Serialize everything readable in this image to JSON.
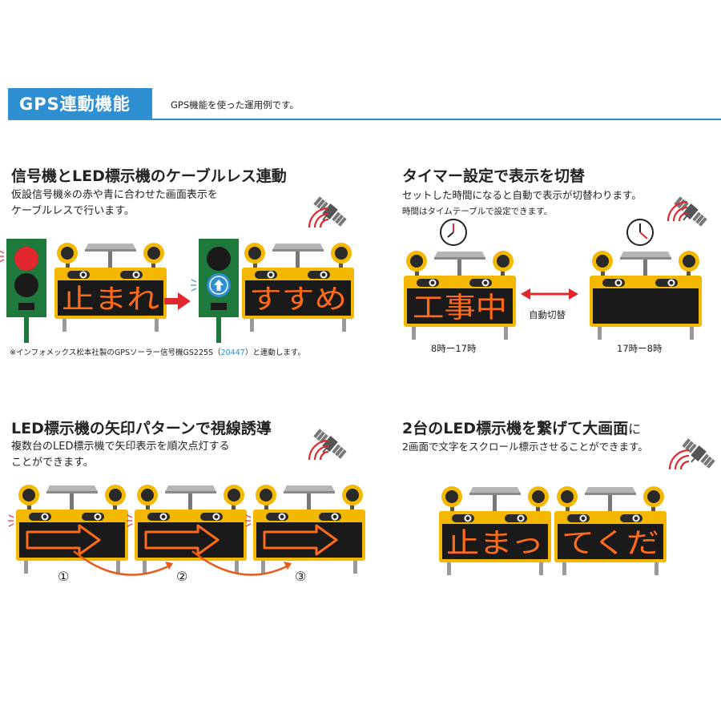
{
  "header": {
    "title": "GPS連動機能",
    "subtitle": "GPS機能を使った運用例です。"
  },
  "section1": {
    "title": "信号機とLED標示機のケーブルレス連動",
    "desc_line1": "仮設信号機※の赤や青に合わせた画面表示を",
    "desc_line2": "ケーブルレスで行います。",
    "board_red_text": "止まれ",
    "board_green_text": "すすめ",
    "note_before": "※インフォメックス松本社製のGPSソーラー信号機GS225S（",
    "note_link": "20447",
    "note_after": "）と連動します。"
  },
  "section2": {
    "title": "タイマー設定で表示を切替",
    "desc_line1": "セットした時間になると自動で表示が切替わります。",
    "desc_line2": "時間はタイムテーブルで設定できます。",
    "board_text": "工事中",
    "switch_label": "自動切替",
    "time_label_1": "8時ー17時",
    "time_label_2": "17時ー8時"
  },
  "section3": {
    "title": "LED標示機の矢印パターンで視線誘導",
    "desc_line1": "複数台のLED標示機で矢印表示を順次点灯する",
    "desc_line2": "ことができます。",
    "step1": "①",
    "step2": "②",
    "step3": "③"
  },
  "section4": {
    "title_main": "2台のLED標示機を繋げて大画面",
    "title_suffix": "に",
    "desc": "2画面で文字をスクロール標示させることができます。",
    "board_left_text": "止まっ",
    "board_right_text": "てくだ"
  },
  "colors": {
    "accent_blue": "#2e8fd3",
    "board_yellow": "#f5b800",
    "led_orange": "#ff6b1a",
    "signal_green": "#1e7a3c",
    "arrow_red": "#e0282e"
  },
  "icons": [
    "satellite-icon",
    "signal-wave-icon",
    "clock-icon",
    "traffic-light-icon",
    "double-arrow-icon"
  ]
}
